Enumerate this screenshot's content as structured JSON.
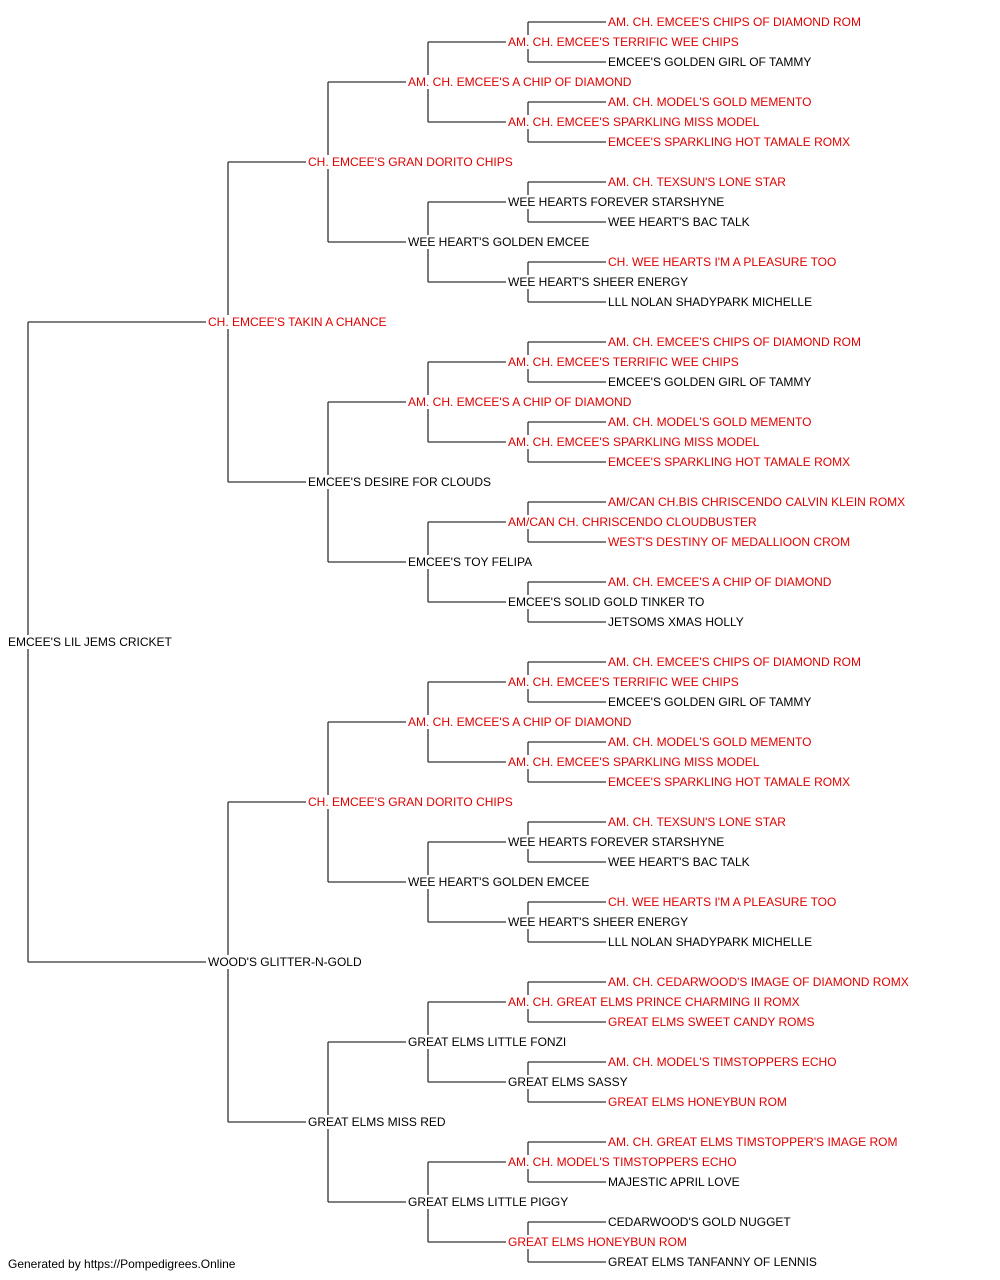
{
  "colors": {
    "champion": "#e00000",
    "regular": "#000000",
    "connector": "#333333"
  },
  "subject": {
    "name": "EMCEE'S LIL JEMS CRICKET",
    "champion": false
  },
  "generations": [
    [
      {
        "name": "CH. EMCEE'S TAKIN A CHANCE",
        "champion": true
      },
      {
        "name": "WOOD'S GLITTER-N-GOLD",
        "champion": false
      }
    ],
    [
      {
        "name": "CH. EMCEE'S GRAN DORITO CHIPS",
        "champion": true
      },
      {
        "name": "EMCEE'S DESIRE FOR CLOUDS",
        "champion": false
      },
      {
        "name": "CH. EMCEE'S GRAN DORITO CHIPS",
        "champion": true
      },
      {
        "name": "GREAT ELMS MISS RED",
        "champion": false
      }
    ],
    [
      {
        "name": "AM. CH. EMCEE'S A CHIP OF DIAMOND",
        "champion": true
      },
      {
        "name": "WEE HEART'S GOLDEN EMCEE",
        "champion": false
      },
      {
        "name": "AM. CH. EMCEE'S A CHIP OF DIAMOND",
        "champion": true
      },
      {
        "name": "EMCEE'S TOY FELIPA",
        "champion": false
      },
      {
        "name": "AM. CH. EMCEE'S A CHIP OF DIAMOND",
        "champion": true
      },
      {
        "name": "WEE HEART'S GOLDEN EMCEE",
        "champion": false
      },
      {
        "name": "GREAT ELMS LITTLE FONZI",
        "champion": false
      },
      {
        "name": "GREAT ELMS LITTLE PIGGY",
        "champion": false
      }
    ],
    [
      {
        "name": "AM. CH. EMCEE'S TERRIFIC WEE CHIPS",
        "champion": true
      },
      {
        "name": "AM. CH. EMCEE'S SPARKLING MISS MODEL",
        "champion": true
      },
      {
        "name": "WEE HEARTS FOREVER STARSHYNE",
        "champion": false
      },
      {
        "name": "WEE HEART'S SHEER ENERGY",
        "champion": false
      },
      {
        "name": "AM. CH. EMCEE'S TERRIFIC WEE CHIPS",
        "champion": true
      },
      {
        "name": "AM. CH. EMCEE'S SPARKLING MISS MODEL",
        "champion": true
      },
      {
        "name": "AM/CAN CH. CHRISCENDO CLOUDBUSTER",
        "champion": true
      },
      {
        "name": "EMCEE'S SOLID GOLD TINKER TO",
        "champion": false
      },
      {
        "name": "AM. CH. EMCEE'S TERRIFIC WEE CHIPS",
        "champion": true
      },
      {
        "name": "AM. CH. EMCEE'S SPARKLING MISS MODEL",
        "champion": true
      },
      {
        "name": "WEE HEARTS FOREVER STARSHYNE",
        "champion": false
      },
      {
        "name": "WEE HEART'S SHEER ENERGY",
        "champion": false
      },
      {
        "name": "AM. CH. GREAT ELMS PRINCE CHARMING II ROMX",
        "champion": true
      },
      {
        "name": "GREAT ELMS SASSY",
        "champion": false
      },
      {
        "name": "AM. CH. MODEL'S TIMSTOPPERS ECHO",
        "champion": true
      },
      {
        "name": "GREAT ELMS HONEYBUN ROM",
        "champion": true
      }
    ],
    [
      {
        "name": "AM. CH. EMCEE'S CHIPS OF DIAMOND ROM",
        "champion": true
      },
      {
        "name": "EMCEE'S GOLDEN GIRL OF TAMMY",
        "champion": false
      },
      {
        "name": "AM. CH. MODEL'S GOLD MEMENTO",
        "champion": true
      },
      {
        "name": "EMCEE'S SPARKLING HOT TAMALE ROMX",
        "champion": true
      },
      {
        "name": "AM. CH. TEXSUN'S LONE STAR",
        "champion": true
      },
      {
        "name": "WEE HEART'S BAC TALK",
        "champion": false
      },
      {
        "name": "CH. WEE HEARTS I'M A PLEASURE TOO",
        "champion": true
      },
      {
        "name": "LLL NOLAN SHADYPARK MICHELLE",
        "champion": false
      },
      {
        "name": "AM. CH. EMCEE'S CHIPS OF DIAMOND ROM",
        "champion": true
      },
      {
        "name": "EMCEE'S GOLDEN GIRL OF TAMMY",
        "champion": false
      },
      {
        "name": "AM. CH. MODEL'S GOLD MEMENTO",
        "champion": true
      },
      {
        "name": "EMCEE'S SPARKLING HOT TAMALE ROMX",
        "champion": true
      },
      {
        "name": "AM/CAN CH.BIS CHRISCENDO CALVIN KLEIN ROMX",
        "champion": true
      },
      {
        "name": "WEST'S DESTINY OF MEDALLIOON CROM",
        "champion": true
      },
      {
        "name": "AM. CH. EMCEE'S A CHIP OF DIAMOND",
        "champion": true
      },
      {
        "name": "JETSOMS XMAS HOLLY",
        "champion": false
      },
      {
        "name": "AM. CH. EMCEE'S CHIPS OF DIAMOND ROM",
        "champion": true
      },
      {
        "name": "EMCEE'S GOLDEN GIRL OF TAMMY",
        "champion": false
      },
      {
        "name": "AM. CH. MODEL'S GOLD MEMENTO",
        "champion": true
      },
      {
        "name": "EMCEE'S SPARKLING HOT TAMALE ROMX",
        "champion": true
      },
      {
        "name": "AM. CH. TEXSUN'S LONE STAR",
        "champion": true
      },
      {
        "name": "WEE HEART'S BAC TALK",
        "champion": false
      },
      {
        "name": "CH. WEE HEARTS I'M A PLEASURE TOO",
        "champion": true
      },
      {
        "name": "LLL NOLAN SHADYPARK MICHELLE",
        "champion": false
      },
      {
        "name": "AM. CH. CEDARWOOD'S IMAGE OF DIAMOND ROMX",
        "champion": true
      },
      {
        "name": "GREAT ELMS SWEET CANDY ROMS",
        "champion": true
      },
      {
        "name": "AM. CH. MODEL'S TIMSTOPPERS ECHO",
        "champion": true
      },
      {
        "name": "GREAT ELMS HONEYBUN ROM",
        "champion": true
      },
      {
        "name": "AM. CH. GREAT ELMS TIMSTOPPER'S IMAGE ROM",
        "champion": true
      },
      {
        "name": "MAJESTIC APRIL LOVE",
        "champion": false
      },
      {
        "name": "CEDARWOOD'S GOLD NUGGET",
        "champion": false
      },
      {
        "name": "GREAT ELMS TANFANNY OF LENNIS",
        "champion": false
      }
    ]
  ],
  "footer": "Generated by https://Pompedigrees.Online"
}
